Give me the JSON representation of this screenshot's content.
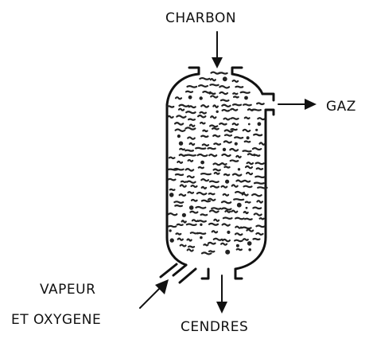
{
  "labels": {
    "charbon": "CHARBON",
    "gaz": "GAZ",
    "vapeur_line1": "VAPEUR",
    "vapeur_line2": "ET OXYGENE",
    "cendres": "CENDRES"
  }
}
